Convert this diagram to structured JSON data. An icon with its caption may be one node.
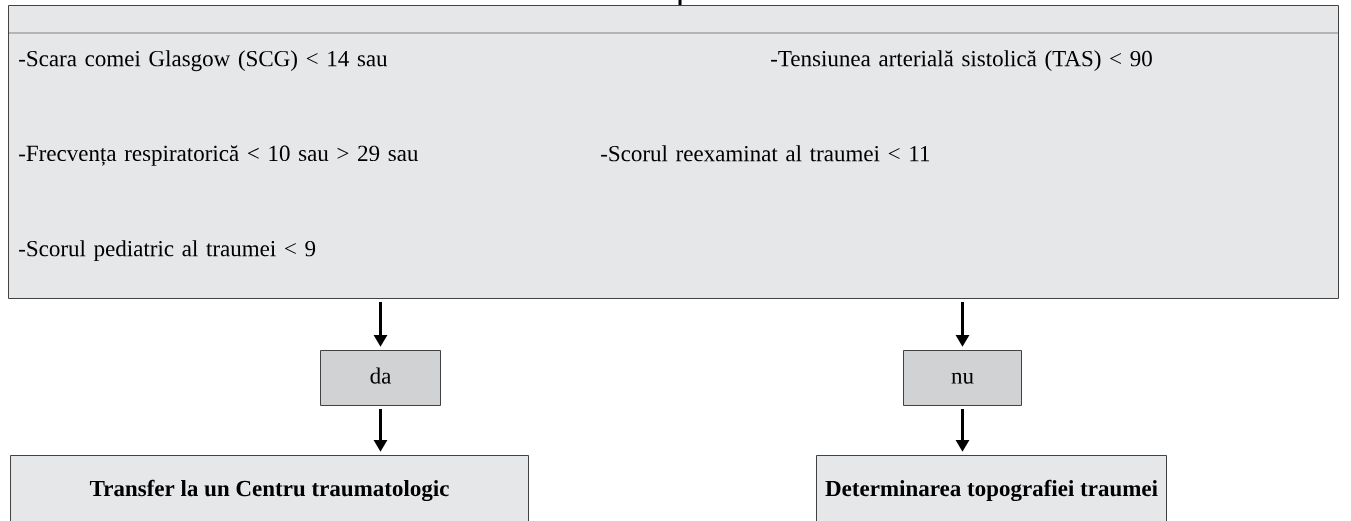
{
  "diagram": {
    "nodes": [
      {
        "text": [
          "-Scara comei Glasgow (SCG) < 14 sau",
          "-Tensiunea arterială sistolică (TAS) < 90",
          "-Frecvența respiratorică < 10 sau > 29 sau",
          "-Scorul reexaminat al traumei < 11",
          "-Scorul pediatric al traumei < 9"
        ]
      },
      {
        "text": [
          "da"
        ]
      },
      {
        "text": [
          "nu"
        ]
      },
      {
        "text": [
          "**Transfer la un Centru traumatologic**"
        ]
      },
      {
        "text": [
          "**Determinarea topografiei traumei**"
        ]
      }
    ],
    "edges": [
      {
        "from": null,
        "to": 0,
        "arrow": "none"
      },
      {
        "from": 0,
        "to": 1,
        "arrow": "to"
      },
      {
        "from": 0,
        "to": 2,
        "arrow": "to"
      },
      {
        "from": 1,
        "to": 3,
        "arrow": "to"
      },
      {
        "from": 2,
        "to": 4,
        "arrow": "to"
      }
    ]
  }
}
